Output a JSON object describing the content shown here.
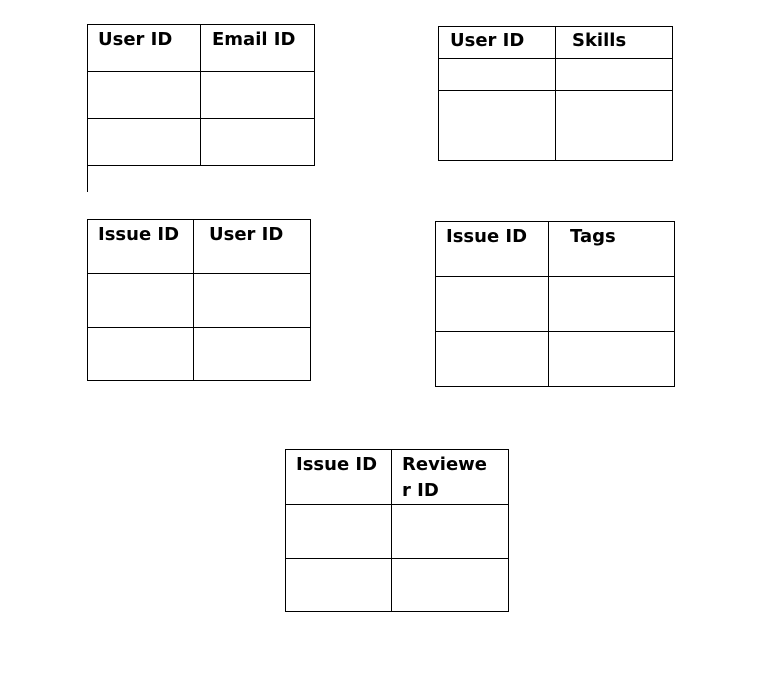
{
  "tables": [
    {
      "id": "user-email",
      "headers": [
        "User ID",
        "Email ID"
      ]
    },
    {
      "id": "user-skills",
      "headers": [
        "User ID",
        "Skills"
      ]
    },
    {
      "id": "issue-user",
      "headers": [
        "Issue ID",
        "User ID"
      ]
    },
    {
      "id": "issue-tags",
      "headers": [
        "Issue ID",
        "Tags"
      ]
    },
    {
      "id": "issue-reviewer",
      "headers": [
        "Issue ID",
        "Reviewer ID"
      ]
    }
  ]
}
